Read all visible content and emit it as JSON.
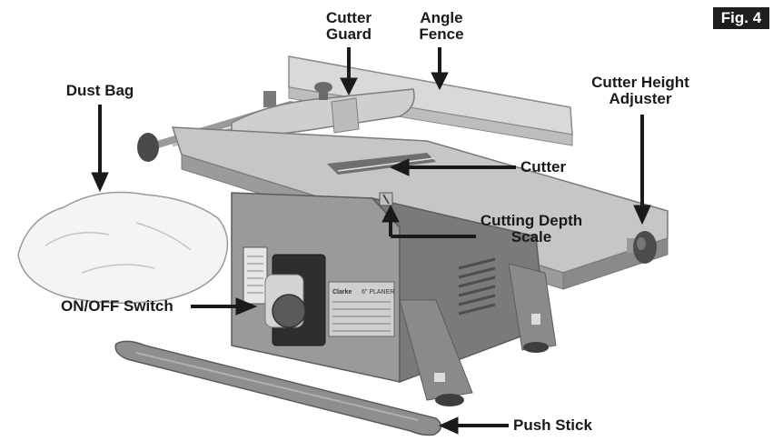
{
  "figure_label": "Fig. 4",
  "labels": {
    "cutter_guard": "Cutter\nGuard",
    "angle_fence": "Angle\nFence",
    "dust_bag": "Dust Bag",
    "cutter_height_adjuster": "Cutter Height\nAdjuster",
    "cutter": "Cutter",
    "cutting_depth_scale": "Cutting Depth\nScale",
    "on_off_switch": "ON/OFF Switch",
    "push_stick": "Push Stick"
  },
  "machine_badge": {
    "brand": "Clarke",
    "model": "6\" PLANER"
  },
  "colors": {
    "body": "#8c8c8c",
    "body_dark": "#6b6b6b",
    "table": "#c9c9c9",
    "fence": "#d6d6d6",
    "arrow": "#1a1a1a"
  }
}
